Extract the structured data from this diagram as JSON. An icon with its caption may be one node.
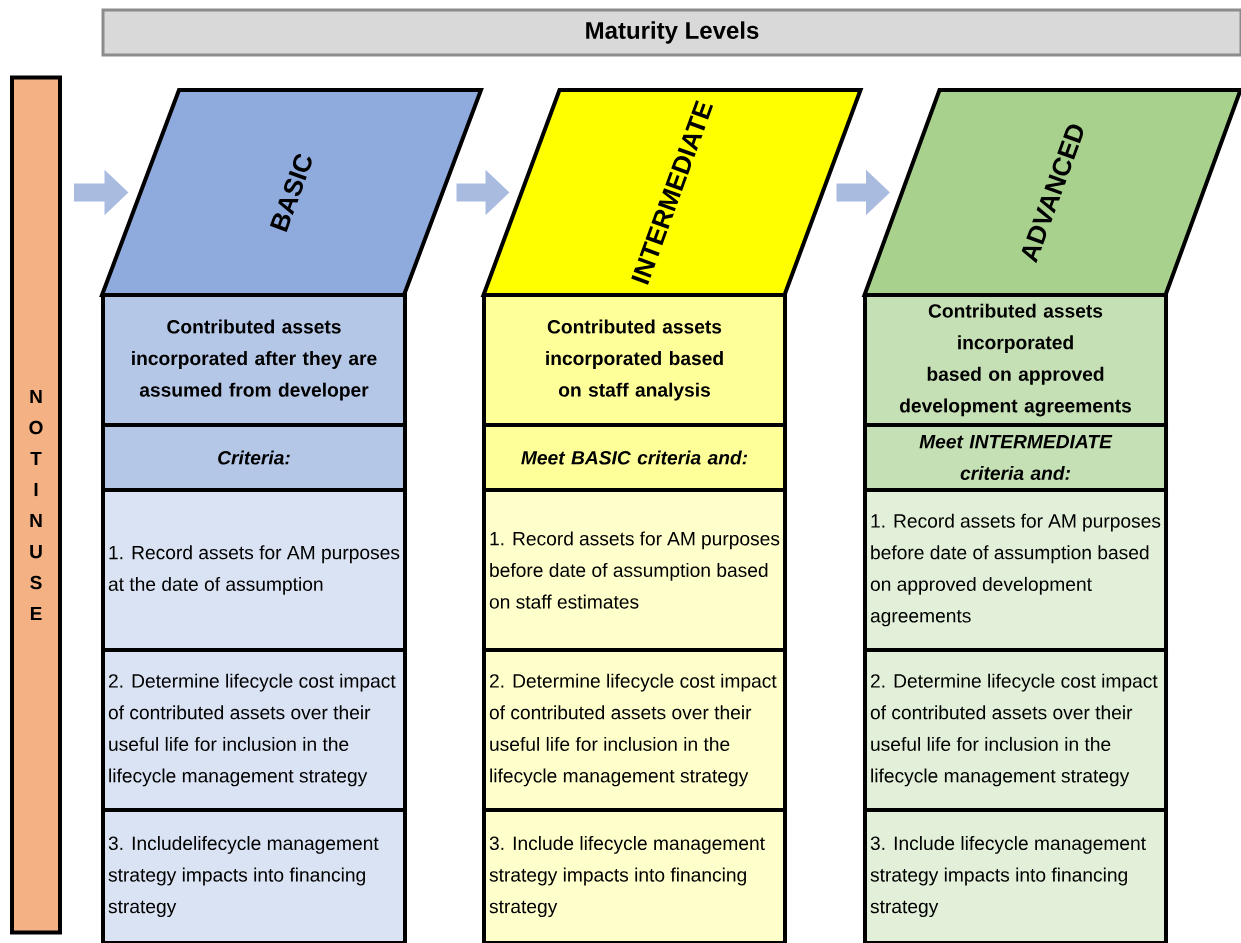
{
  "diagram": {
    "nodes": [
      {
        "text": [
          "Maturity Levels"
        ]
      },
      {
        "text": [
          "NOT IN USE"
        ]
      },
      {
        "text": [
          "BASIC"
        ]
      },
      {
        "text": [
          "INTERMEDIATE"
        ]
      },
      {
        "text": [
          "ADVANCED"
        ]
      },
      {
        "text": [
          "Contributed assets incorporated after they are assumed from developer"
        ]
      },
      {
        "text": [
          "Criteria:"
        ]
      },
      {
        "text": [
          "1. Record assets for AM purposes at the date of assumption"
        ]
      },
      {
        "text": [
          "2. Determine lifecycle cost impact of contributed assets over their useful life for inclusion in the lifecycle management strategy"
        ]
      },
      {
        "text": [
          "3. Includelifecycle management strategy impacts into financing strategy"
        ]
      },
      {
        "text": [
          "Contributed assets incorporated based on staff analysis"
        ]
      },
      {
        "text": [
          "Meet BASIC criteria and:"
        ]
      },
      {
        "text": [
          "1. Record assets for AM purposes before date of assumption based on staff estimates"
        ]
      },
      {
        "text": [
          "2. Determine lifecycle cost impact of contributed assets over their useful life for inclusion in the lifecycle management strategy"
        ]
      },
      {
        "text": [
          "3. Include lifecycle management strategy impacts into financing strategy"
        ]
      },
      {
        "text": [
          "Contributed assets incorporated based on approved development agreements"
        ]
      },
      {
        "text": [
          "Meet INTERMEDIATE criteria and:"
        ]
      },
      {
        "text": [
          "1. Record assets for AM purposes before date of assumption based on approved development agreements"
        ]
      },
      {
        "text": [
          "2. Determine lifecycle cost impact of contributed assets over their useful life for inclusion in the lifecycle management strategy"
        ]
      },
      {
        "text": [
          "3. Include lifecycle management strategy impacts into financing strategy"
        ]
      }
    ],
    "edges": [
      {
        "from": 1,
        "to": 2,
        "arrow": "to"
      },
      {
        "from": 2,
        "to": 3,
        "arrow": "to"
      },
      {
        "from": 3,
        "to": 4,
        "arrow": "to"
      }
    ]
  }
}
